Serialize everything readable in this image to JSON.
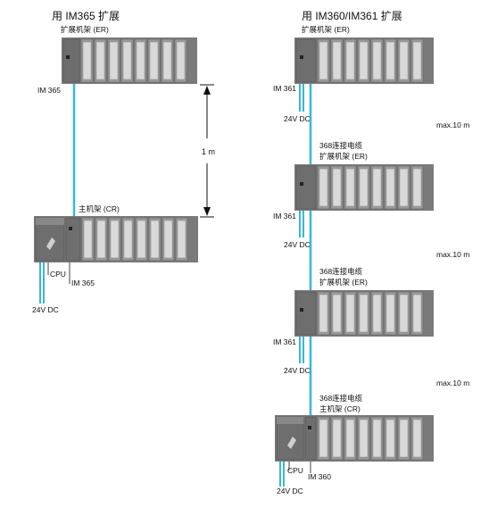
{
  "left": {
    "title": "用 IM365 扩展",
    "rack_top_label": "扩展机架 (ER)",
    "im_top_label": "IM 365",
    "distance_label": "1 m",
    "rack_bottom_label": "主机架 (CR)",
    "cpu_label": "CPU",
    "im_bottom_label": "IM 365",
    "power_label": "24V DC"
  },
  "right": {
    "title": "用 IM360/IM361 扩展",
    "rack1_label": "扩展机架 (ER)",
    "im1_label": "IM 361",
    "power1_label": "24V DC",
    "distance1_label": "max.10 m",
    "cable2_label": "368连接电缆",
    "rack2_label": "扩展机架 (ER)",
    "im2_label": "IM 361",
    "power2_label": "24V DC",
    "distance2_label": "max.10 m",
    "cable3_label": "368连接电缆",
    "rack3_label": "扩展机架 (ER)",
    "im3_label": "IM 361",
    "power3_label": "24V DC",
    "distance3_label": "max.10 m",
    "cable4_label": "368连接电缆",
    "rack4_label": "主机架 (CR)",
    "cpu_label": "CPU",
    "im4_label": "IM 360",
    "power4_label": "24V DC"
  },
  "colors": {
    "cable": "#38b8d8",
    "module_dark": "#6e6e6e",
    "module_light": "#9a9a9a",
    "slot_face": "#d9d9d9",
    "rail": "#7a7a7a"
  }
}
